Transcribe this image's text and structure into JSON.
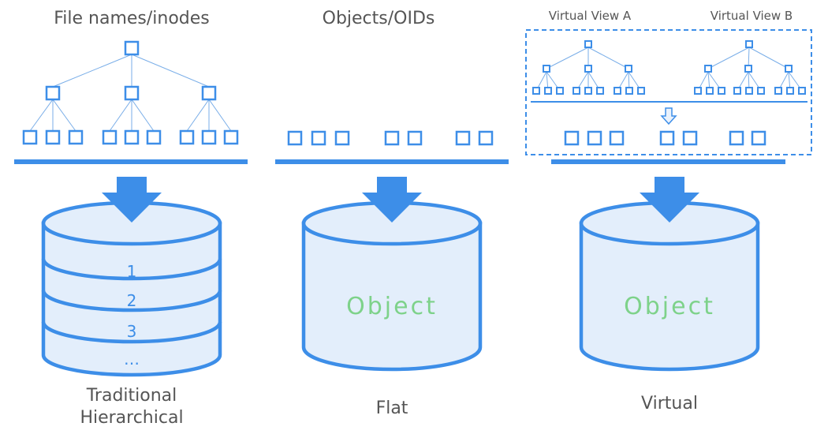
{
  "columns": {
    "hierarchical": {
      "title": "File names/inodes",
      "caption_line1": "Traditional",
      "caption_line2": "Hierarchical",
      "layers": [
        "1",
        "2",
        "3",
        "…"
      ]
    },
    "flat": {
      "title": "Objects/OIDs",
      "caption": "Flat",
      "db_label": "Object"
    },
    "virtual": {
      "view_a": "Virtual View A",
      "view_b": "Virtual View B",
      "caption": "Virtual",
      "db_label": "Object"
    }
  },
  "colors": {
    "accent": "#3d8ee8",
    "fill": "#e3eefb",
    "object_text": "#7ed28a",
    "label_text": "#555555"
  },
  "icons": [
    "down-arrow-icon",
    "hollow-down-arrow-icon",
    "database-cylinder-icon"
  ]
}
